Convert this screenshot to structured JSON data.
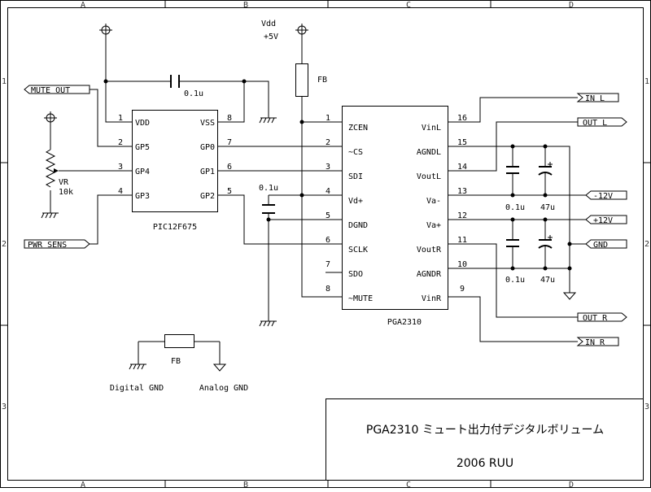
{
  "frame": {
    "cols": [
      "A",
      "B",
      "C",
      "D"
    ],
    "rows": [
      "1",
      "2",
      "3"
    ]
  },
  "title_block": {
    "title": "PGA2310 ミュート出力付デジタルボリューム",
    "author": "2006 RUU"
  },
  "supply": {
    "vdd_name": "Vdd",
    "vdd_value": "+5V"
  },
  "pic": {
    "name": "PIC12F675",
    "left_pins": [
      {
        "num": "1",
        "name": "VDD"
      },
      {
        "num": "2",
        "name": "GP5"
      },
      {
        "num": "3",
        "name": "GP4"
      },
      {
        "num": "4",
        "name": "GP3"
      }
    ],
    "right_pins": [
      {
        "num": "8",
        "name": "VSS"
      },
      {
        "num": "7",
        "name": "GP0"
      },
      {
        "num": "6",
        "name": "GP1"
      },
      {
        "num": "5",
        "name": "GP2"
      }
    ]
  },
  "pga": {
    "name": "PGA2310",
    "left_pins": [
      {
        "num": "1",
        "name": "ZCEN"
      },
      {
        "num": "2",
        "name": "~CS"
      },
      {
        "num": "3",
        "name": "SDI"
      },
      {
        "num": "4",
        "name": "Vd+"
      },
      {
        "num": "5",
        "name": "DGND"
      },
      {
        "num": "6",
        "name": "SCLK"
      },
      {
        "num": "7",
        "name": "SDO"
      },
      {
        "num": "8",
        "name": "~MUTE"
      }
    ],
    "right_pins": [
      {
        "num": "16",
        "name": "VinL"
      },
      {
        "num": "15",
        "name": "AGNDL"
      },
      {
        "num": "14",
        "name": "VoutL"
      },
      {
        "num": "13",
        "name": "Va-"
      },
      {
        "num": "12",
        "name": "Va+"
      },
      {
        "num": "11",
        "name": "VoutR"
      },
      {
        "num": "10",
        "name": "AGNDR"
      },
      {
        "num": "9",
        "name": "VinR"
      }
    ]
  },
  "components": {
    "cap_pic": "0.1u",
    "cap_vd": "0.1u",
    "cap_l1": "0.1u",
    "cap_l2": "47u",
    "cap_r1": "0.1u",
    "cap_r2": "47u",
    "fb_top": "FB",
    "fb_bottom": "FB",
    "vr_name": "VR",
    "vr_value": "10k"
  },
  "ports": {
    "mute_out": "MUTE OUT",
    "pwr_sens": "PWR SENS",
    "in_l": "IN L",
    "out_l": "OUT L",
    "minus12": "-12V",
    "plus12": "+12V",
    "gnd": "GND",
    "out_r": "OUT R",
    "in_r": "IN R"
  },
  "legend": {
    "digital_gnd": "Digital GND",
    "analog_gnd": "Analog GND"
  },
  "colors": {
    "ink": "#000000",
    "paper": "#ffffff"
  }
}
